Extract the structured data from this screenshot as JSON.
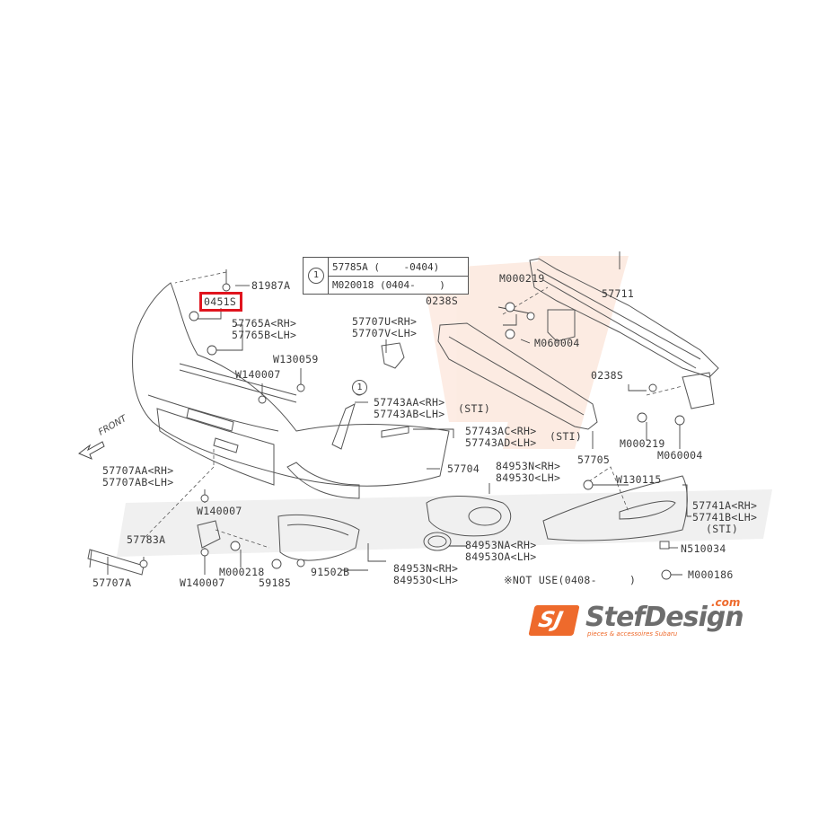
{
  "diagram": {
    "title": "Subaru Impreza front bumper exploded parts diagram",
    "highlighted_part": "0451S",
    "highlight_color": "#e0141e",
    "front_indicator": "FRONT",
    "reference_table": {
      "symbol": "1",
      "rows": [
        {
          "part": "57785A",
          "range": "(    -0404)"
        },
        {
          "part": "M020018",
          "range": "(0404-    )"
        }
      ]
    },
    "callout_symbol": "1",
    "labels": {
      "p81987A": "81987A",
      "p0451S": "0451S",
      "p57765A": "57765A<RH>",
      "p57765B": "57765B<LH>",
      "pW130059": "W130059",
      "pW140007a": "W140007",
      "p57707U": "57707U<RH>",
      "p57707V": "57707V<LH>",
      "p57743AA": "57743AA<RH>",
      "p57743AB": "57743AB<LH>",
      "sti1": "(STI)",
      "p57743AC": "57743AC<RH>",
      "p57743AD": "57743AD<LH>",
      "sti2": "(STI)",
      "pM000219a": "M000219",
      "p0238Sa": "0238S",
      "pM060004a": "M060004",
      "p57711": "57711",
      "p0238Sb": "0238S",
      "pM000219b": "M000219",
      "pM060004b": "M060004",
      "p57705": "57705",
      "p57704": "57704",
      "p84953N": "84953N<RH>",
      "p84953O": "84953O<LH>",
      "pW130115": "W130115",
      "p57741A": "57741A<RH>",
      "p57741B": "57741B<LH>",
      "sti3": "(STI)",
      "pN510034": "N510034",
      "pM000186": "M000186",
      "p84953NA": "84953NA<RH>",
      "p84953OA": "84953OA<LH>",
      "p84953N2": "84953N<RH>",
      "p84953O2": "84953O<LH>",
      "note": "※NOT USE(0408-     )",
      "p57707AA": "57707AA<RH>",
      "p57707AB": "57707AB<LH>",
      "pW140007b": "W140007",
      "p57783A": "57783A",
      "p57707A": "57707A",
      "pW140007c": "W140007",
      "pM000218": "M000218",
      "p59185": "59185",
      "p91502B": "91502B"
    }
  },
  "watermark": {
    "brand": "StefDesign",
    "domain": ".com",
    "tagline": "pieces & accessoires Subaru",
    "logo_initials": "SJ",
    "accent_color": "#ee6a2c"
  }
}
